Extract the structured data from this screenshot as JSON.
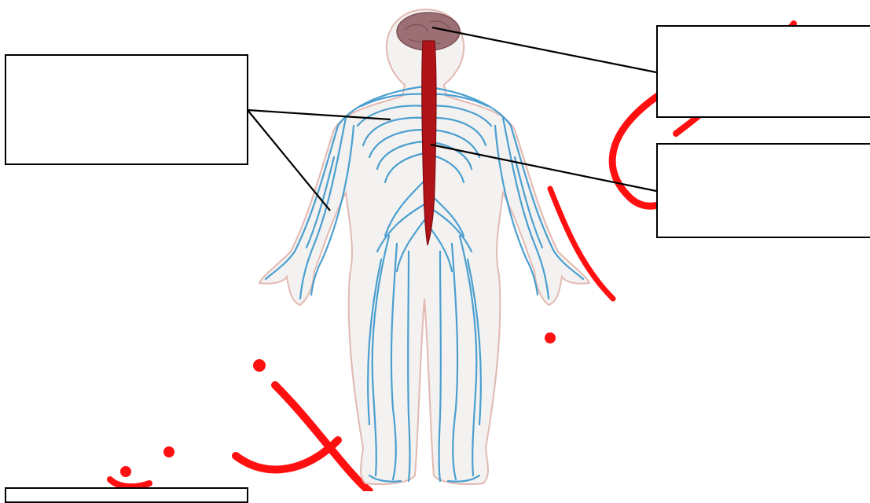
{
  "diagram": {
    "labels": [
      {
        "id": "brain",
        "text": ""
      },
      {
        "id": "spinal-cord",
        "text": ""
      },
      {
        "id": "peripheral-nerves",
        "text": ""
      },
      {
        "id": "bottom-left",
        "text": ""
      }
    ]
  },
  "colors": {
    "nerve": "#4a9fcf",
    "spinal_cord": "#b01418",
    "brain": "#9b6f74",
    "skin_outline": "#e2b9b2",
    "leader_line": "#000000",
    "watermark": "#ff0000"
  }
}
